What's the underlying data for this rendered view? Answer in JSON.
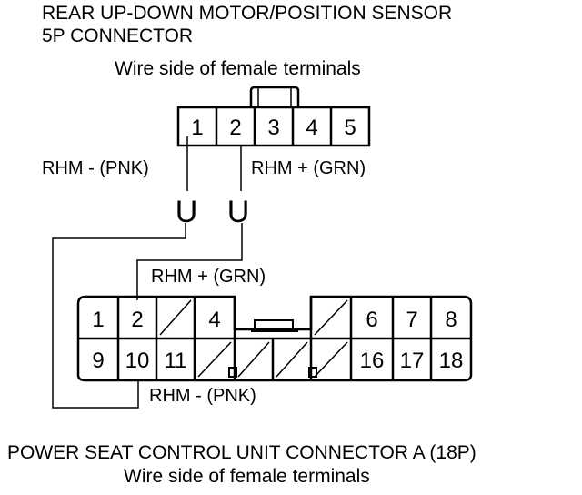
{
  "sensor_connector": {
    "title_line1": "REAR UP-DOWN MOTOR/POSITION SENSOR",
    "title_line2": "5P CONNECTOR",
    "view_label": "Wire side of female terminals",
    "pins": [
      "1",
      "2",
      "3",
      "4",
      "5"
    ]
  },
  "wires": {
    "rhm_minus_top": "RHM -  (PNK)",
    "rhm_plus_top": "RHM +  (GRN)",
    "rhm_plus_bottom": "RHM +  (GRN)",
    "rhm_minus_bottom": "RHM -  (PNK)",
    "probe_glyph": "U"
  },
  "control_unit_connector": {
    "title": "POWER SEAT CONTROL UNIT CONNECTOR A (18P)",
    "view_label": "Wire side of female terminals",
    "pins_top": [
      "1",
      "2",
      "4",
      "6",
      "7",
      "8"
    ],
    "pins_bottom": [
      "9",
      "10",
      "11",
      "16",
      "17",
      "18"
    ]
  }
}
